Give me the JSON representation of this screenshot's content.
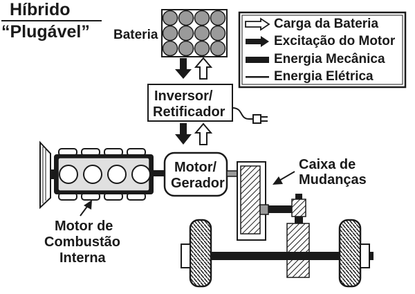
{
  "title": {
    "line1": "Híbrido",
    "line2": "“Plugável”"
  },
  "labels": {
    "battery": "Bateria",
    "inverter_line1": "Inversor/",
    "inverter_line2": "Retificador",
    "motor_line1": "Motor/",
    "motor_line2": "Gerador",
    "gearbox_line1": "Caixa de",
    "gearbox_line2": "Mudanças",
    "engine_line1": "Motor de",
    "engine_line2": "Combustão",
    "engine_line3": "Interna"
  },
  "legend": [
    {
      "symbol": "hollow-arrow-icon",
      "label": "Carga da Bateria"
    },
    {
      "symbol": "solid-arrow-icon",
      "label": "Excitação do Motor"
    },
    {
      "symbol": "thick-line-icon",
      "label": "Energia Mecânica"
    },
    {
      "symbol": "thin-line-icon",
      "label": "Energia Elétrica"
    }
  ],
  "colors": {
    "ink": "#1a1a1a",
    "cell_fill": "#9a9a9a",
    "panel_gray": "#cfcfcf",
    "background": "#ffffff"
  }
}
